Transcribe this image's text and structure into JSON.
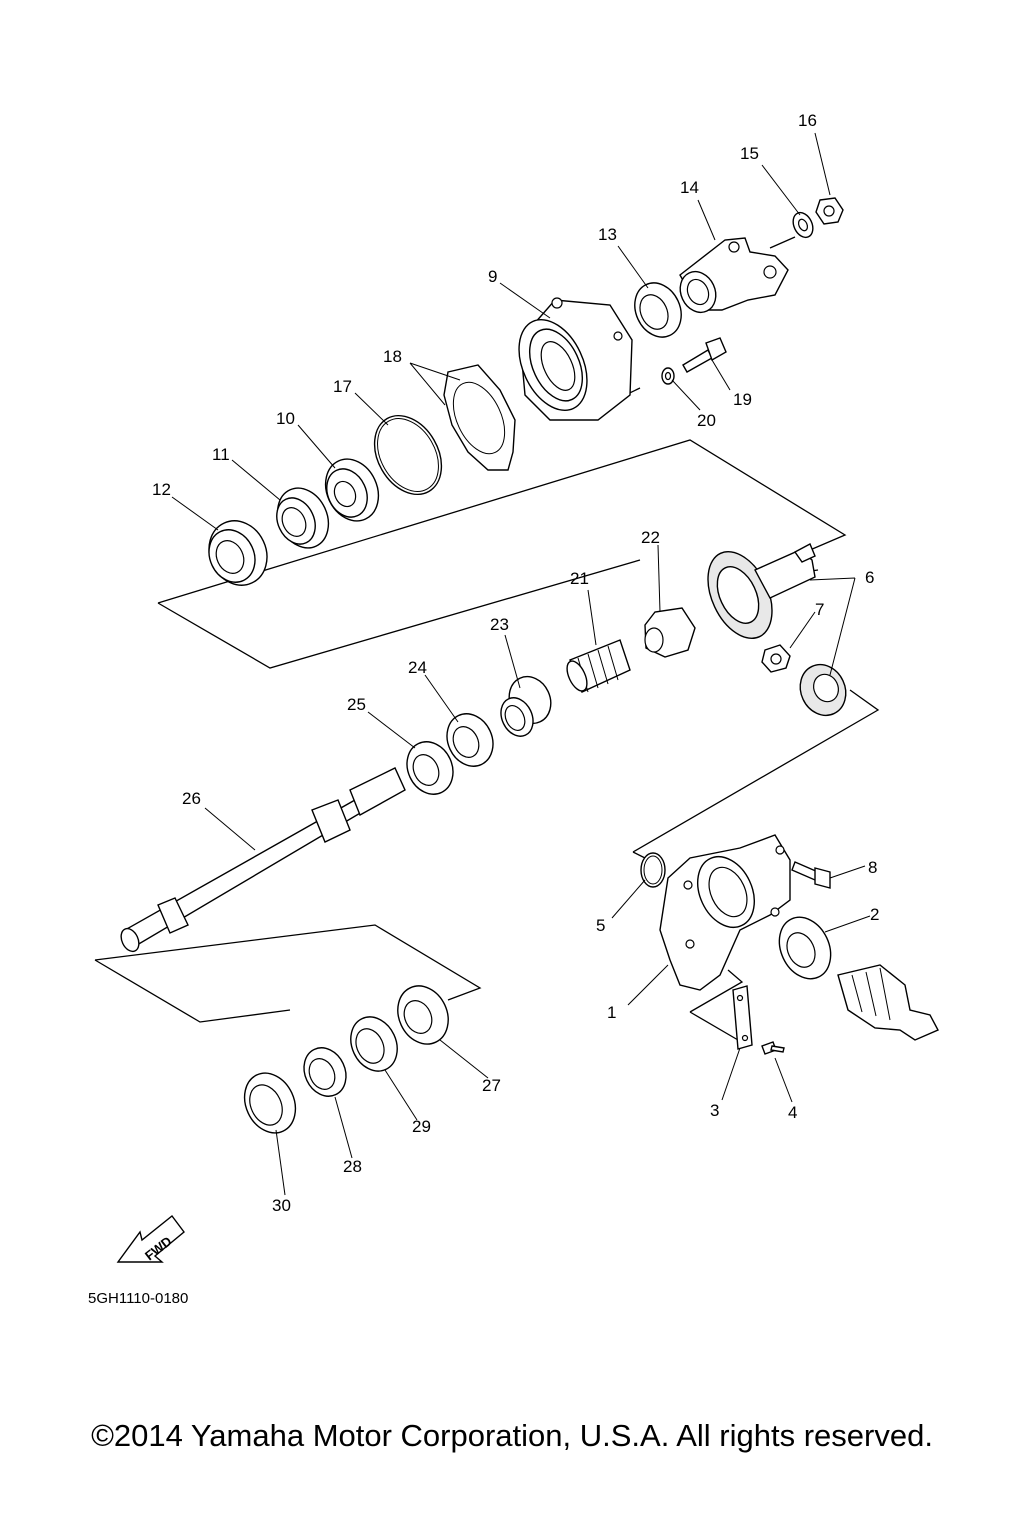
{
  "diagram_code": "5GH1110-0180",
  "fwd_label": "FWD",
  "copyright": "©2014 Yamaha Motor Corporation, U.S.A. All rights reserved.",
  "callouts": {
    "p1": "1",
    "p2": "2",
    "p3": "3",
    "p4": "4",
    "p5": "5",
    "p6": "6",
    "p7": "7",
    "p8": "8",
    "p9": "9",
    "p10": "10",
    "p11": "11",
    "p12": "12",
    "p13": "13",
    "p14": "14",
    "p15": "15",
    "p16": "16",
    "p17": "17",
    "p18": "18",
    "p19": "19",
    "p20": "20",
    "p21": "21",
    "p22": "22",
    "p23": "23",
    "p24": "24",
    "p25": "25",
    "p26": "26",
    "p27": "27",
    "p28": "28",
    "p29": "29",
    "p30": "30"
  }
}
